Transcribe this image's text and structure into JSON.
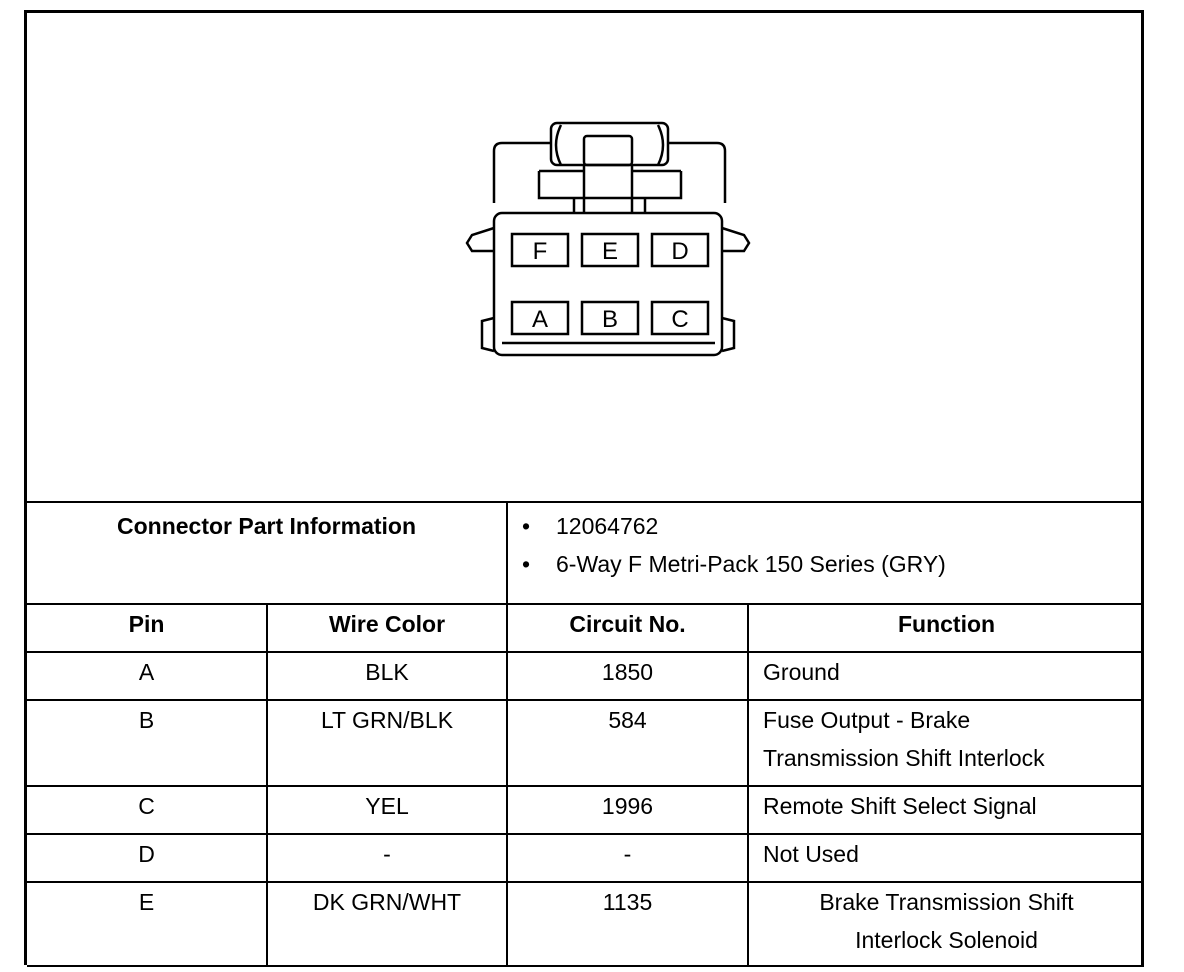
{
  "connector": {
    "cavities_top": [
      "F",
      "E",
      "D"
    ],
    "cavities_bottom": [
      "A",
      "B",
      "C"
    ]
  },
  "part_info": {
    "label": "Connector Part Information",
    "items": [
      "12064762",
      "6-Way F Metri-Pack 150 Series (GRY)"
    ],
    "bullet": "•"
  },
  "table": {
    "headers": [
      "Pin",
      "Wire Color",
      "Circuit No.",
      "Function"
    ],
    "rows": [
      {
        "pin": "A",
        "wire": "BLK",
        "circuit": "1850",
        "function": [
          "Ground"
        ]
      },
      {
        "pin": "B",
        "wire": "LT GRN/BLK",
        "circuit": "584",
        "function": [
          "Fuse Output - Brake",
          "Transmission Shift Interlock"
        ]
      },
      {
        "pin": "C",
        "wire": "YEL",
        "circuit": "1996",
        "function": [
          "Remote Shift Select Signal"
        ]
      },
      {
        "pin": "D",
        "wire": "-",
        "circuit": "-",
        "function": [
          "Not Used"
        ]
      },
      {
        "pin": "E",
        "wire": "DK GRN/WHT",
        "circuit": "1135",
        "function": [
          "Brake Transmission Shift",
          "Interlock Solenoid"
        ]
      }
    ]
  }
}
